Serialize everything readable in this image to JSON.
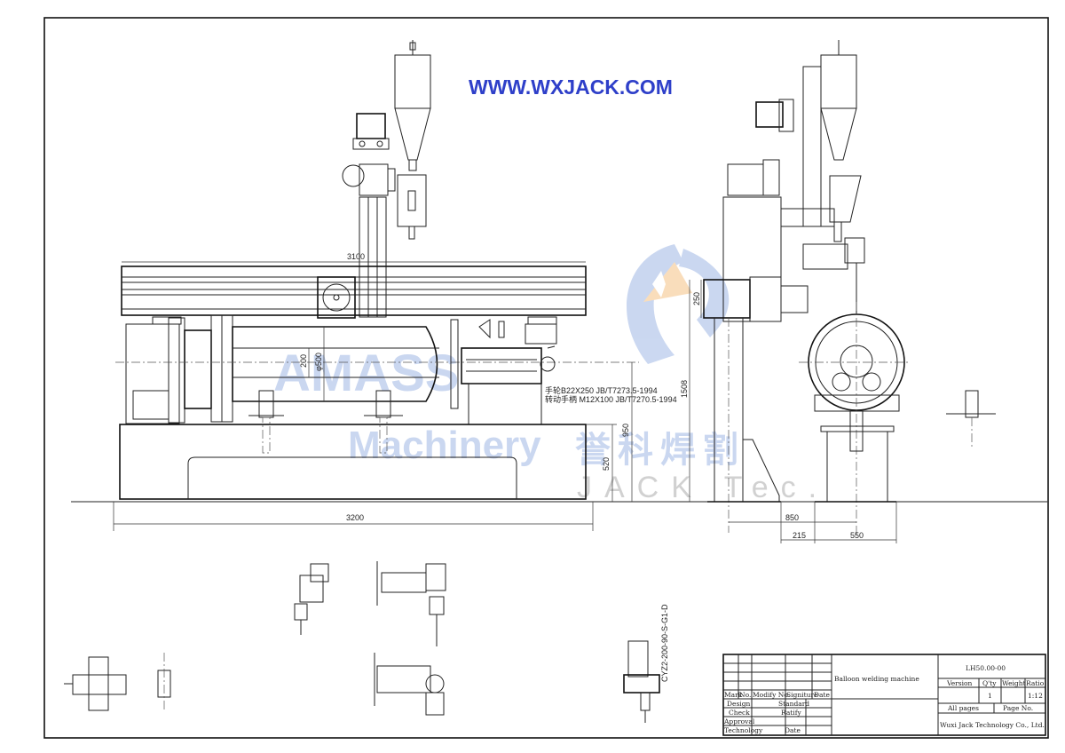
{
  "watermark": {
    "url": "WWW.WXJACK.COM",
    "brand_line1": "AMASS",
    "brand_line2": "Machinery",
    "brand_cn": "誉科焊割",
    "brand_tec": "JACK Tec.",
    "colors": {
      "url": "#2e3fc9",
      "blue": "#6b8fd6",
      "orange": "#f0a040",
      "gray": "#9a9a9a"
    }
  },
  "front_view": {
    "dims": {
      "beam_length": "3100",
      "base_length": "3200",
      "inner_dia": "200",
      "outer_dia": "φ500",
      "center_height": "950",
      "base_height": "520"
    },
    "notes": [
      "手轮B22X250 JB/T7273.5-1994",
      "转动手柄 M12X100 JB/T7270.5-1994"
    ]
  },
  "side_view": {
    "dims": {
      "total_height": "1508",
      "box_height": "250",
      "offset": "850",
      "gap": "215",
      "stand_width": "550"
    }
  },
  "detail": {
    "part_code": "CYZ2-200-90-S-G1-D"
  },
  "title_block": {
    "revision_headers": [
      "Mark",
      "No.",
      "Modify No.",
      "Signiture",
      "Date"
    ],
    "roles": [
      "Design",
      "Check",
      "Approval",
      "Technology"
    ],
    "role_fields": [
      "Standard",
      "Ratify",
      "Date"
    ],
    "title": "Balloon welding machine",
    "drawing_no": "LH50.00-00",
    "headers": [
      "Version",
      "Q'ty",
      "Weight",
      "Ratio"
    ],
    "qty": "1",
    "weight": "",
    "ratio": "1:12",
    "all_pages": "All pages",
    "page_no": "Page No.",
    "company": "Wuxi Jack Technology Co., Ltd."
  }
}
